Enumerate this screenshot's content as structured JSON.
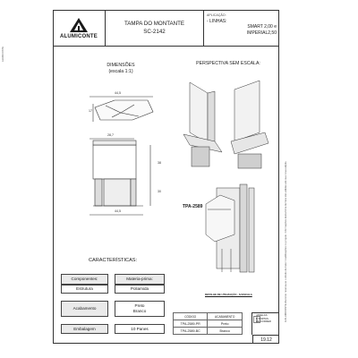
{
  "header": {
    "brand": "ALUMICONTE",
    "title_line1": "TAMPA DO MONTANTE",
    "title_line2": "SC-2142",
    "app_label": "APLICAÇÃO:",
    "app_line1": "- LINHAS:",
    "app_line2": "SMART 2,00 e",
    "app_line3": "IMPERIAL2,50"
  },
  "sections": {
    "dims_title": "DIMENSÕES",
    "dims_scale": "(escala 1:1)",
    "persp_title": "PERSPECTIVA SEM ESCALA:",
    "part_code": "TPA-2589",
    "detail_label": "DETALHE DE UTILIZAÇÃO - S/ ESCALA"
  },
  "dimensions": {
    "top_width": "44,5",
    "top_depth": "17",
    "side_width": "28,7",
    "side_h1": "38",
    "side_h2": "30",
    "bottom_width": "44,5"
  },
  "characteristics": {
    "title": "CARACTERÍSTICAS:",
    "components_label": "Componentes:",
    "material_label": "Materia-prima:",
    "structure_label": "Estrutura",
    "material_value": "Poliamida",
    "finish_label": "Acabamento",
    "finish_1": "Preto",
    "finish_2": "Branco",
    "package_label": "Embalagem",
    "package_value": "10 Panes"
  },
  "codes": {
    "col_code": "CÓDIGO",
    "col_finish": "ACABAMENTO",
    "rows": [
      {
        "code": "TPA-2589-PR",
        "finish": "Preto"
      },
      {
        "code": "TPA-2589-BC",
        "finish": "Branco"
      }
    ]
  },
  "footer": {
    "janelas_1": "JANELAS",
    "janelas_2": "E PORTAS",
    "janelas_3": "DE CORRER",
    "page": "19.12"
  },
  "side_text": {
    "left": "ALUMICONTE",
    "right": "A ALUMICONTE Alumínio reserva-se o direito de fazer modificações no projeto. Informações desta ficha técnica são válidas até sua nova edição."
  }
}
